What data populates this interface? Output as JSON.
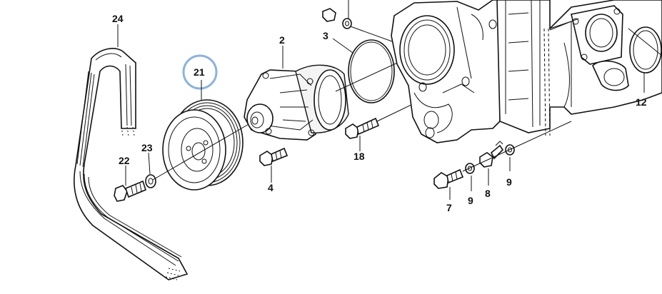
{
  "diagram": {
    "highlight_color": "#8fb3d9",
    "highlighted_callout": "21",
    "callouts": {
      "c24": "24",
      "c21": "21",
      "c22": "22",
      "c23": "23",
      "c2": "2",
      "c3": "3",
      "c4": "4",
      "c18": "18",
      "c12": "12",
      "c7": "7",
      "c9a": "9",
      "c8": "8",
      "c9b": "9"
    }
  }
}
